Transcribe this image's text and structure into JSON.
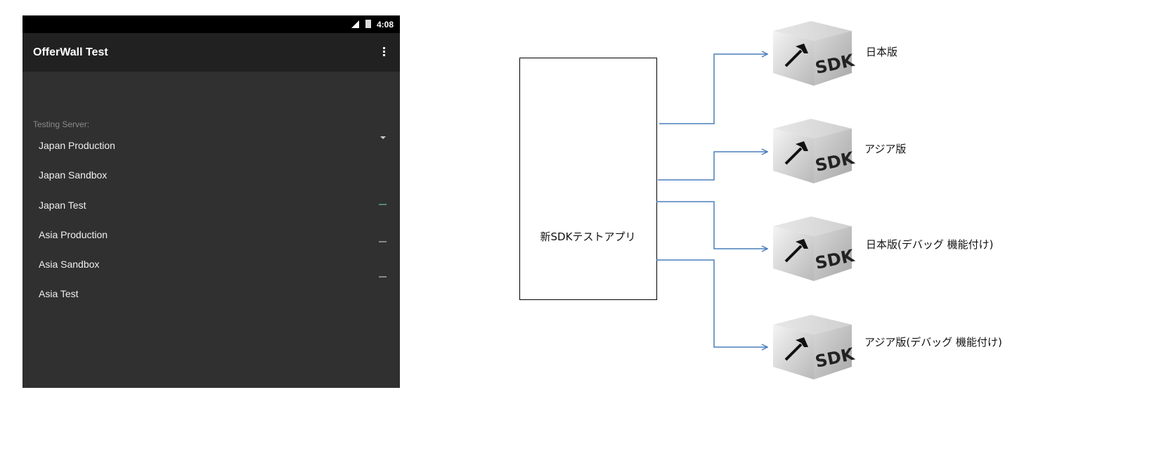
{
  "phone": {
    "status_time": "4:08",
    "app_title": "OfferWall Test",
    "field_label": "Testing Server:",
    "options": [
      "Japan Production",
      "Japan Sandbox",
      "Japan Test",
      "Asia Production",
      "Asia Sandbox",
      "Asia Test"
    ]
  },
  "diagram": {
    "app_box": "新SDKテストアプリ",
    "sdk_icon_text": "SDK",
    "targets": [
      "日本版",
      "アジア版",
      "日本版(デバッグ 機能付け)",
      "アジア版(デバッグ 機能付け)"
    ],
    "line_color": "#4a7ebb"
  }
}
